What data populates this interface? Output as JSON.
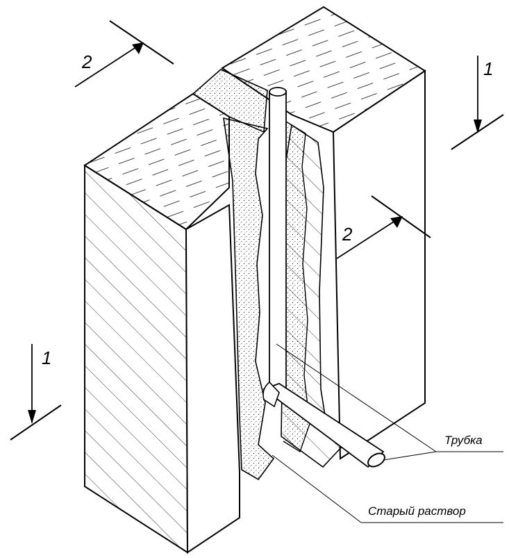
{
  "section_marks": {
    "mark_1": "1",
    "mark_2": "2"
  },
  "callouts": {
    "tube": "Трубка",
    "old_mortar": "Старый раствор"
  }
}
